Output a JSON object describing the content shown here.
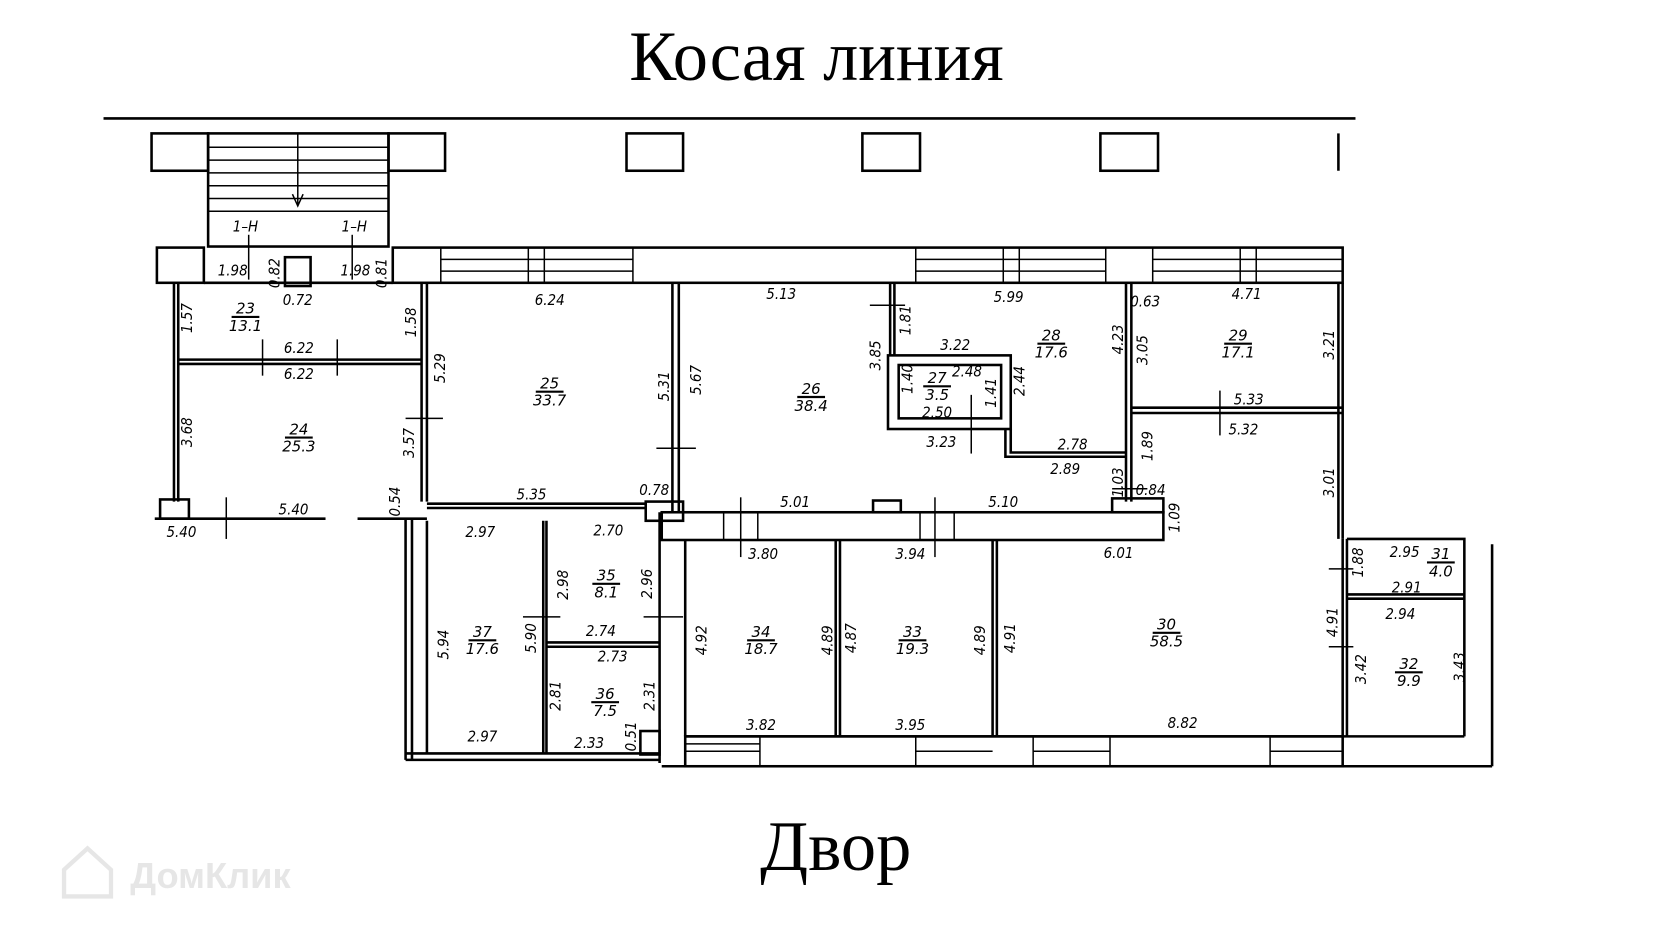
{
  "title_top": "Косая линия",
  "title_bottom": "Двор",
  "watermark": "ДомКлик",
  "entrance_labels": [
    "1–Н",
    "1–Н"
  ],
  "rooms": [
    {
      "number": "23",
      "area": "13.1"
    },
    {
      "number": "24",
      "area": "25.3"
    },
    {
      "number": "25",
      "area": "33.7"
    },
    {
      "number": "26",
      "area": "38.4"
    },
    {
      "number": "27",
      "area": "3.5"
    },
    {
      "number": "28",
      "area": "17.6"
    },
    {
      "number": "29",
      "area": "17.1"
    },
    {
      "number": "30",
      "area": "58.5"
    },
    {
      "number": "31",
      "area": "4.0"
    },
    {
      "number": "32",
      "area": "9.9"
    },
    {
      "number": "33",
      "area": "19.3"
    },
    {
      "number": "34",
      "area": "18.7"
    },
    {
      "number": "35",
      "area": "8.1"
    },
    {
      "number": "36",
      "area": "7.5"
    },
    {
      "number": "37",
      "area": "17.6"
    }
  ],
  "dimensions_horizontal": [
    "1.98",
    "1.98",
    "0.72",
    "6.24",
    "5.13",
    "5.99",
    "0.63",
    "4.71",
    "6.22",
    "6.22",
    "3.22",
    "2.48",
    "2.50",
    "3.23",
    "2.78",
    "2.89",
    "5.33",
    "5.32",
    "0.84",
    "5.35",
    "0.78",
    "5.01",
    "5.10",
    "5.40",
    "5.40",
    "2.97",
    "2.70",
    "3.80",
    "3.94",
    "6.01",
    "2.95",
    "2.91",
    "2.94",
    "2.74",
    "2.73",
    "3.82",
    "3.95",
    "8.82",
    "2.97",
    "2.33"
  ],
  "dimensions_vertical": [
    "0.82",
    "0.81",
    "1.57",
    "1.58",
    "5.29",
    "3.68",
    "3.57",
    "5.31",
    "5.67",
    "3.85",
    "1.81",
    "1.40",
    "1.41",
    "2.44",
    "4.23",
    "3.05",
    "3.21",
    "1.89",
    "1.03",
    "3.01",
    "1.09",
    "0.54",
    "2.98",
    "2.96",
    "5.94",
    "5.90",
    "4.92",
    "4.89",
    "4.87",
    "4.89",
    "4.91",
    "4.91",
    "1.88",
    "3.42",
    "3.43",
    "2.81",
    "2.31",
    "0.51"
  ]
}
